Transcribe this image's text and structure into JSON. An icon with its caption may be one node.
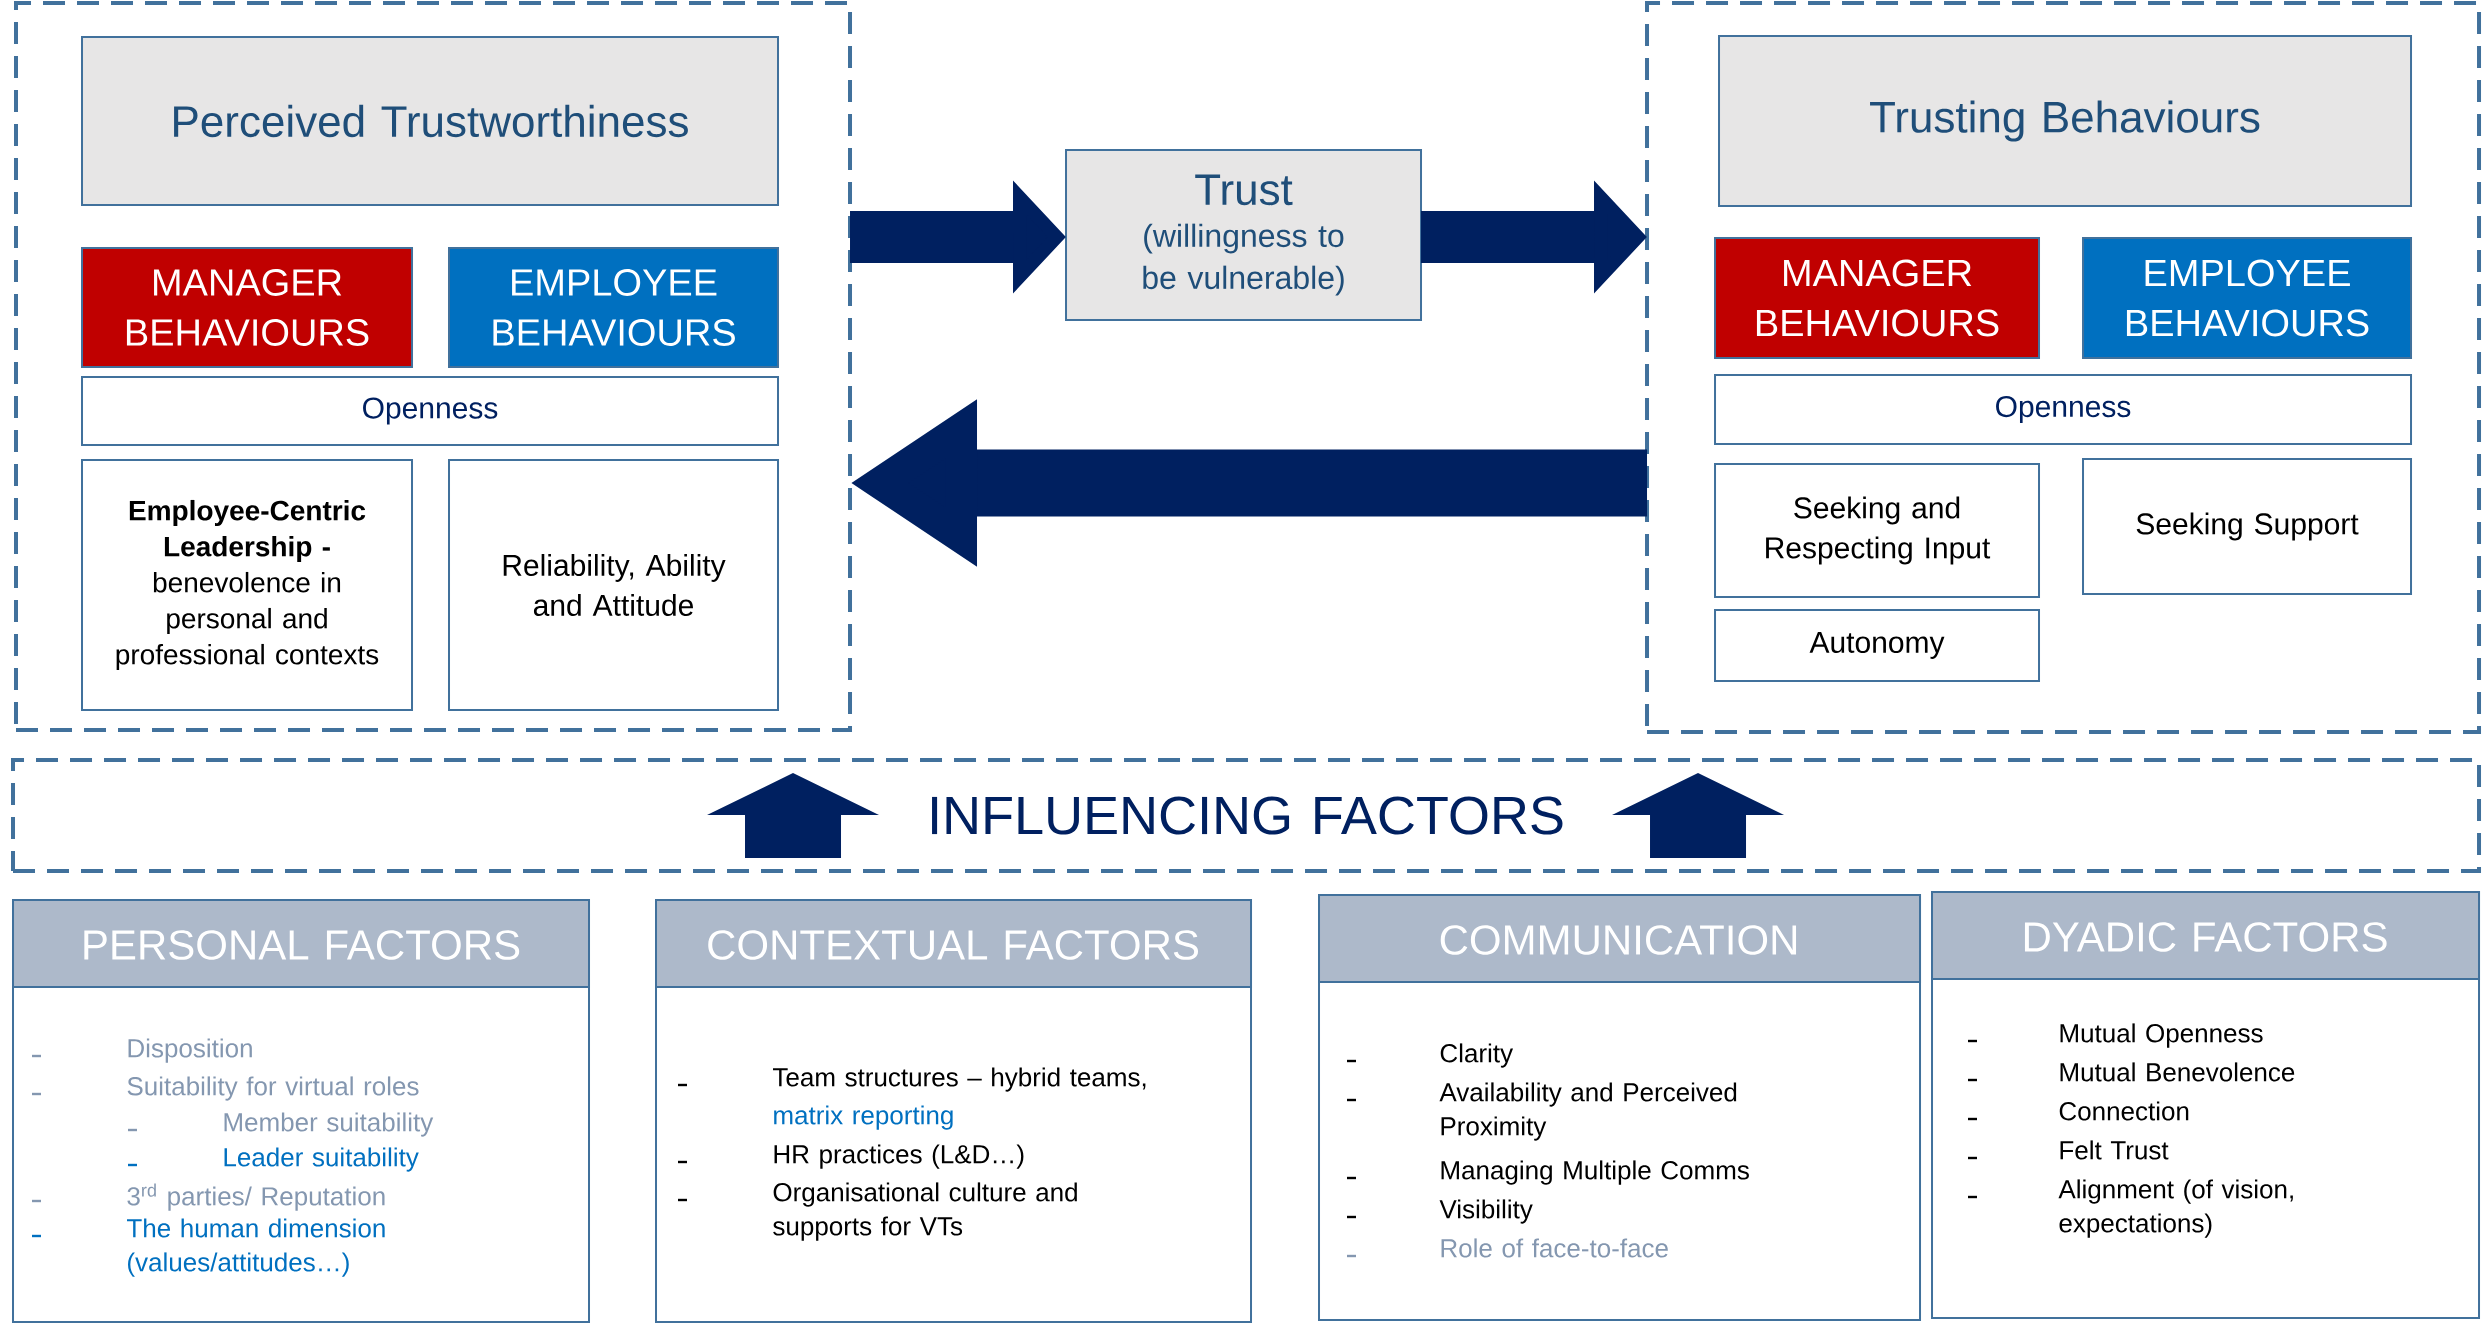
{
  "diagram": {
    "nodes": [
      {
        "text": [],
        "shape": "box"
      },
      {
        "text": [
          "Perceived Trustworthiness"
        ],
        "in": 0
      },
      {
        "text": [
          "MANAGER BEHAVIOURS"
        ],
        "in": 0
      },
      {
        "text": [
          "EMPLOYEE BEHAVIOURS"
        ],
        "in": 0
      },
      {
        "text": [
          "Openness"
        ],
        "in": 0
      },
      {
        "text": [
          "**Employee-Centric Leadership -** benevolence in personal and professional contexts"
        ],
        "in": 0
      },
      {
        "text": [
          "Reliability, Ability and Attitude"
        ],
        "in": 0
      },
      {
        "text": [
          "Trust",
          "(willingness to be vulnerable)"
        ]
      },
      {
        "text": [],
        "shape": "box"
      },
      {
        "text": [
          "Trusting Behaviours"
        ],
        "in": 8
      },
      {
        "text": [
          "MANAGER BEHAVIOURS"
        ],
        "in": 8
      },
      {
        "text": [
          "EMPLOYEE BEHAVIOURS"
        ],
        "in": 8
      },
      {
        "text": [
          "Openness"
        ],
        "in": 8
      },
      {
        "text": [
          "Seeking and Respecting Input"
        ],
        "in": 8
      },
      {
        "text": [
          "Seeking Support"
        ],
        "in": 8
      },
      {
        "text": [
          "Autonomy"
        ],
        "in": 8
      },
      {
        "text": [
          "INFLUENCING FACTORS"
        ]
      },
      {
        "text": [
          "PERSONAL FACTORS",
          "Disposition",
          "Suitability for virtual roles",
          "Member suitability",
          "Leader suitability",
          "3$^{rd}$ parties/ Reputation",
          "The human dimension (values/attitudes…)"
        ]
      },
      {
        "text": [
          "CONTEXTUAL FACTORS",
          "Team structures – hybrid teams,",
          "matrix reporting",
          "HR practices (L&D…)",
          "Organisational culture and supports for VTs"
        ]
      },
      {
        "text": [
          "COMMUNICATION",
          "Clarity",
          "Availability and Perceived Proximity",
          "Managing Multiple Comms",
          "Visibility",
          "Role of face-to-face"
        ]
      },
      {
        "text": [
          "DYADIC FACTORS",
          "Mutual Openness",
          "Mutual Benevolence",
          "Connection",
          "Felt Trust",
          "Alignment (of vision, expectations)"
        ]
      }
    ],
    "edges": [
      {
        "from": 0,
        "to": 7,
        "arrow": "to"
      },
      {
        "from": 7,
        "to": 8,
        "arrow": "to"
      },
      {
        "from": 8,
        "to": 0,
        "arrow": "to"
      }
    ]
  }
}
